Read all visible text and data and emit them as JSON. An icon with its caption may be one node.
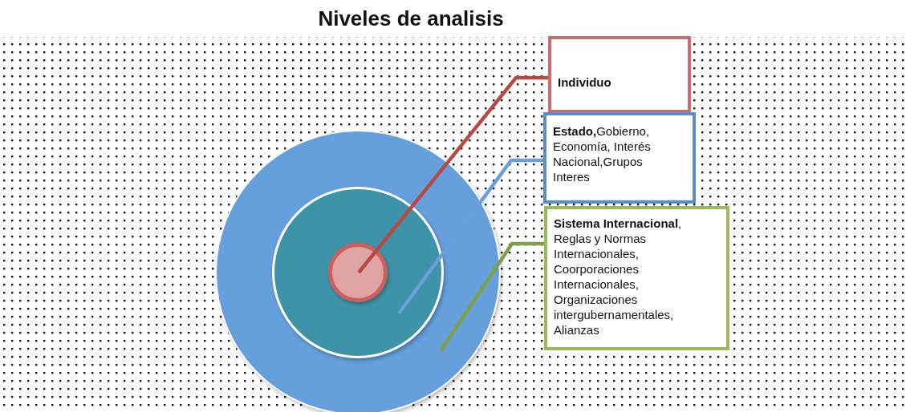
{
  "diagram": {
    "title": "Niveles de analisis",
    "nodes": [
      {
        "text": [
          "Individuo"
        ]
      },
      {
        "text": [
          "**Estado,**Gobierno, Economía, Interés Nacional,Grupos Interes"
        ]
      },
      {
        "text": [
          "**Sistema Internacional**, Reglas y Normas Internacionales, Coorporaciones Internacionales, Organizaciones intergubernamentales, Alianzas"
        ]
      },
      {
        "text": [],
        "shape": "circle"
      },
      {
        "text": [],
        "shape": "circle",
        "in": 3
      },
      {
        "text": [],
        "shape": "circle",
        "in": 4
      }
    ],
    "edges": [
      {
        "from": 0,
        "to": 5,
        "arrow": "none",
        "color": "#b84a45"
      },
      {
        "from": 1,
        "to": 4,
        "arrow": "none",
        "color": "#6a9fd8"
      },
      {
        "from": 2,
        "to": 3,
        "arrow": "none",
        "color": "#7f9f48"
      }
    ]
  }
}
